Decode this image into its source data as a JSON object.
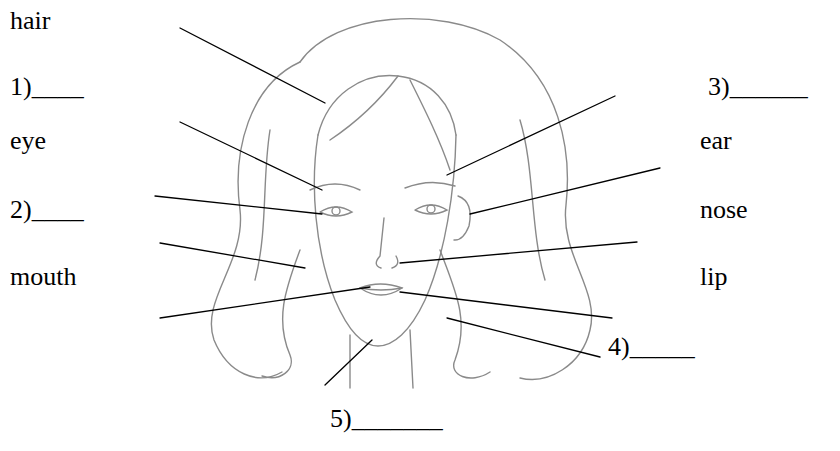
{
  "diagram": {
    "labels": [
      "hair",
      "1)____",
      "eye",
      "2)____",
      "mouth",
      "3)______",
      "ear",
      "nose",
      "lip",
      "4)_____",
      "5)_______"
    ]
  }
}
